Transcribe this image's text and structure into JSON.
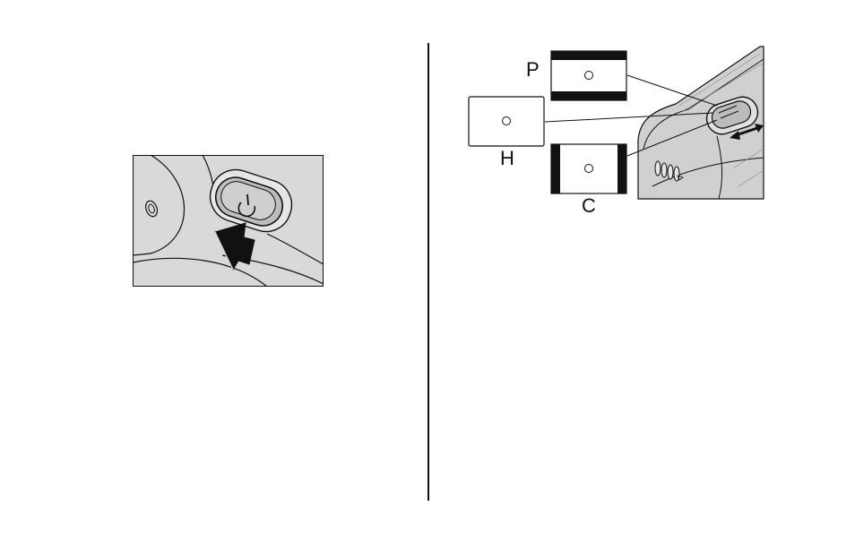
{
  "figures": {
    "left": {
      "icon": "power-icon"
    },
    "right": {
      "labels": {
        "p": "P",
        "h": "H",
        "c": "C"
      }
    }
  },
  "colors": {
    "ink": "#111111",
    "panel_gray": "#d9d9d9",
    "device_gray": "#d0d0d0",
    "paper": "#ffffff"
  }
}
